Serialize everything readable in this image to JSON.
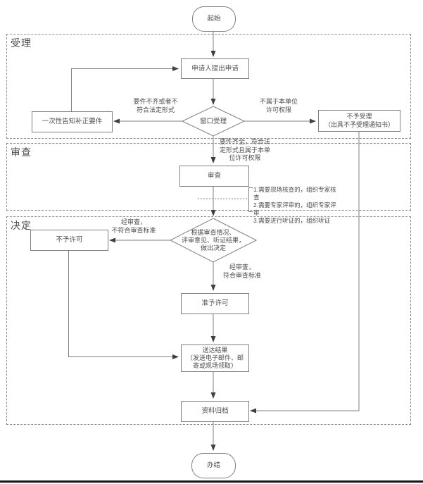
{
  "flow": {
    "start_label": "起始",
    "end_label": "办结",
    "section_accept": "受理",
    "section_review": "审查",
    "section_decide": "决定",
    "node_apply": "申请人提出申请",
    "node_window": "窗口受理",
    "node_notify": "一次性告知补正要件",
    "node_reject": "不予受理\n（出具不予受理通知书）",
    "node_review": "审查",
    "node_decide": "根据审查情况、\n评审意见、听证结果，\n做出决定",
    "node_deny": "不予许可",
    "node_grant": "准予许可",
    "node_deliver": "送达结果\n（发送电子邮件、邮\n寄或现场领取）",
    "node_archive": "资料归档",
    "label_incomplete": "要件不齐或者不\n符合法定形式",
    "label_no_authority": "不属于本单位\n许可权限",
    "label_qualified": "要件齐全，符合法\n定形式且属于本单\n位许可权限",
    "label_fail": "经审查，\n不符合审查标准",
    "label_pass": "经审查，\n符合审查标准",
    "note": "1.需要现场核查的，组织专家核查\n2.需要专家评审的，组织专家评审\n3.需要进行听证的，组织听证"
  },
  "colors": {
    "line": "#7f7f7f",
    "arrow": "#3f3f3f",
    "text": "#4d4d4d",
    "bottom_bar": "#141414"
  }
}
